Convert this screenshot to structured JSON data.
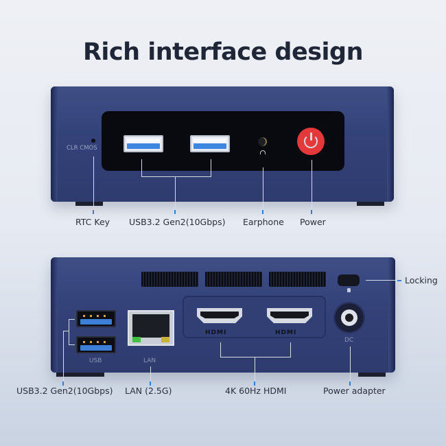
{
  "title": "Rich interface design",
  "front": {
    "cmos_label": "CLR CMOS",
    "callouts": {
      "rtc": "RTC Key",
      "usb": "USB3.2 Gen2(10Gbps)",
      "earphone": "Earphone",
      "power": "Power"
    }
  },
  "rear": {
    "usb_label": "USB",
    "lan_label": "LAN",
    "hdmi_logo": "HDMI",
    "dc_label": "DC",
    "callouts": {
      "locking": "Locking",
      "usb": "USB3.2 Gen2(10Gbps)",
      "lan": "LAN (2.5G)",
      "hdmi": "4K 60Hz HDMI",
      "power_adapter": "Power adapter"
    }
  },
  "colors": {
    "chassis": "#34427a",
    "power_button": "#e5383b",
    "usb_blue": "#3f86e0",
    "tick_blue": "#2f7fd6"
  }
}
